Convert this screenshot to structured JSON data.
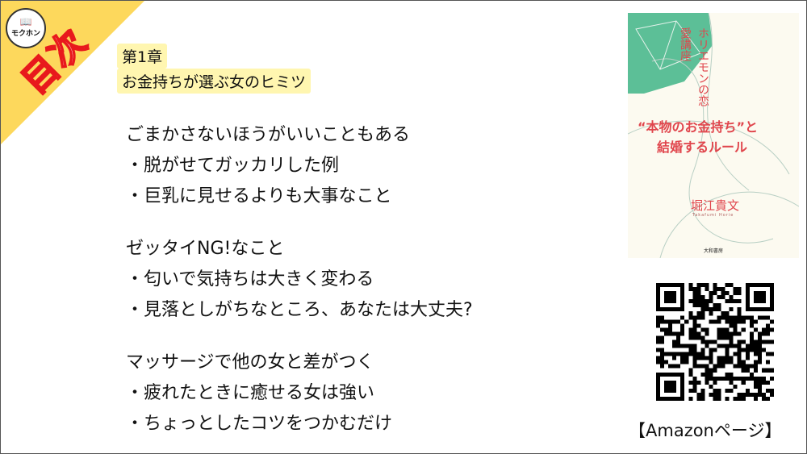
{
  "logo": {
    "text": "モクホン"
  },
  "badge": {
    "text": "目次"
  },
  "chapter": {
    "number": "第1章",
    "title": "お金持ちが選ぶ女のヒミツ"
  },
  "sections": [
    {
      "heading": "ごまかさないほうがいいこともある",
      "items": [
        "・脱がせてガッカリした例",
        "・巨乳に見せるよりも大事なこと"
      ]
    },
    {
      "heading": "ゼッタイNG!なこと",
      "items": [
        "・匂いで気持ちは大きく変わる",
        "・見落としがちなところ、あなたは大丈夫?"
      ]
    },
    {
      "heading": "マッサージで他の女と差がつく",
      "items": [
        "・疲れたときに癒せる女は強い",
        "・ちょっとしたコツをつかむだけ"
      ]
    }
  ],
  "book": {
    "series": "ホリエモンの恋愛講座",
    "title1": "“本物のお金持ち”と",
    "title2": "結婚するルール",
    "author": "堀江貴文",
    "author_romaji": "Takafumi Horie",
    "publisher": "大和書房"
  },
  "amazon_link": "【Amazonページ】",
  "colors": {
    "accent": "#fdd85c",
    "highlight": "#fff6b0",
    "badge_red": "#e8191c",
    "cover_green": "#5cbf97",
    "cover_red": "#e0454c"
  }
}
